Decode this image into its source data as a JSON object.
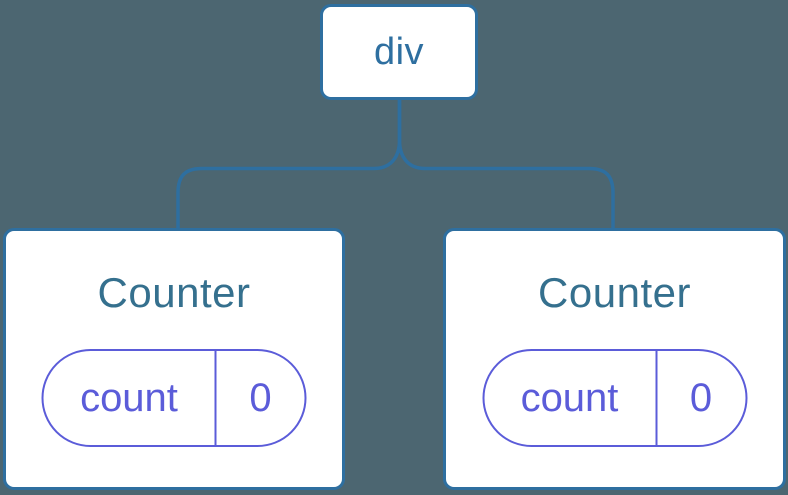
{
  "colors": {
    "background": "#4C6671",
    "line": "#2E6FA0",
    "node-border": "#2E6FA0",
    "node-text": "#2E6FA0",
    "component-title": "#35708E",
    "state-accent": "#5B5CD9",
    "card-bg": "#FFFFFF"
  },
  "tree": {
    "root": {
      "label": "div"
    },
    "children": [
      {
        "title": "Counter",
        "state": {
          "key": "count",
          "value": "0"
        }
      },
      {
        "title": "Counter",
        "state": {
          "key": "count",
          "value": "0"
        }
      }
    ]
  }
}
